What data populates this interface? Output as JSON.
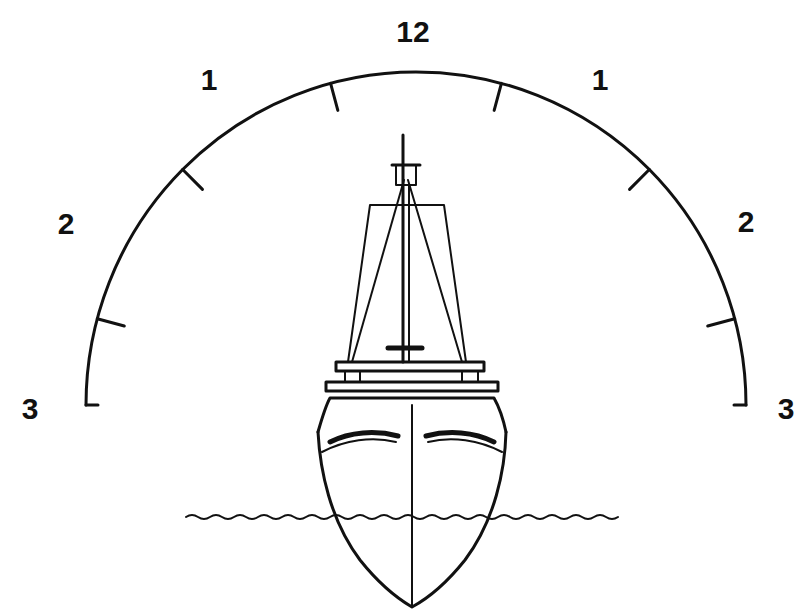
{
  "diagram": {
    "labels": [
      "12",
      "1",
      "1",
      "2",
      "2",
      "3",
      "3"
    ]
  }
}
